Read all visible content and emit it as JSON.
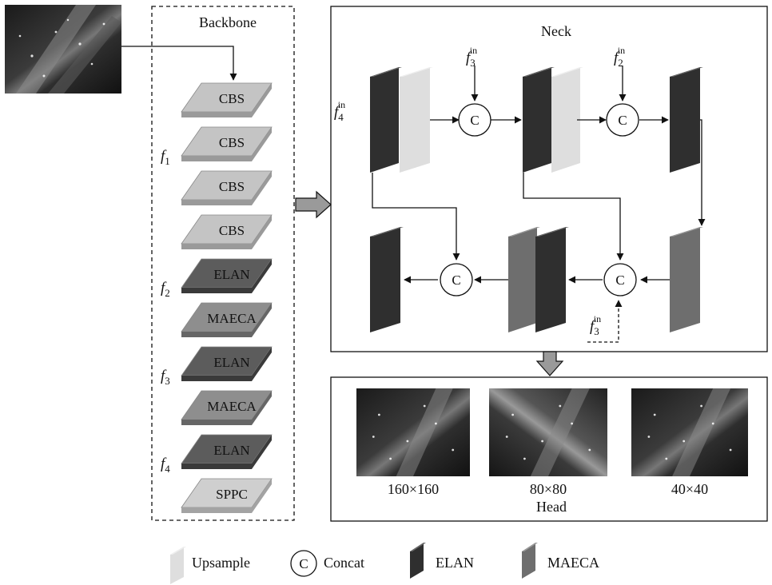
{
  "diagram": {
    "colors": {
      "cbs_top": "#c4c4c4",
      "cbs_side": "#9a9a9a",
      "elan_top": "#5c5c5c",
      "elan_side": "#3a3a3a",
      "maeca_top": "#8e8e8e",
      "maeca_side": "#666666",
      "sppc_top": "#cfcfcf",
      "sppc_side": "#a3a3a3",
      "dark_block": "#2f2f2f",
      "dark_block_top": "#6a6a6a",
      "mid_block": "#6e6e6e",
      "light_block": "#dedede",
      "line": "#111111"
    },
    "icons": {
      "input_image": "aerial-night-city-photo",
      "head_images": [
        "aerial-night-photo",
        "aerial-night-photo",
        "aerial-night-photo"
      ],
      "arrow_right": "thick-right-arrow-icon",
      "arrow_down": "thick-down-arrow-icon"
    }
  },
  "backbone": {
    "title": "Backbone",
    "blocks": [
      {
        "name": "cbs-block",
        "label": "CBS",
        "kind": "cbs",
        "tap": ""
      },
      {
        "name": "cbs-block",
        "label": "CBS",
        "kind": "cbs",
        "tap": "1"
      },
      {
        "name": "cbs-block",
        "label": "CBS",
        "kind": "cbs",
        "tap": ""
      },
      {
        "name": "cbs-block",
        "label": "CBS",
        "kind": "cbs",
        "tap": ""
      },
      {
        "name": "elan-block",
        "label": "ELAN",
        "kind": "elan",
        "tap": "2"
      },
      {
        "name": "maeca-block",
        "label": "MAECA",
        "kind": "maeca",
        "tap": ""
      },
      {
        "name": "elan-block",
        "label": "ELAN",
        "kind": "elan",
        "tap": "3"
      },
      {
        "name": "maeca-block",
        "label": "MAECA",
        "kind": "maeca",
        "tap": ""
      },
      {
        "name": "elan-block",
        "label": "ELAN",
        "kind": "elan",
        "tap": "4"
      },
      {
        "name": "sppc-block",
        "label": "SPPC",
        "kind": "sppc",
        "tap": ""
      }
    ],
    "tap_symbol": "f"
  },
  "neck": {
    "title": "Neck",
    "concat_label": "C",
    "inputs": [
      {
        "name": "f4-in-label",
        "symbol": "f",
        "sub": "4",
        "sup": "in"
      },
      {
        "name": "f3-in-label",
        "symbol": "f",
        "sub": "3",
        "sup": "in"
      },
      {
        "name": "f2-in-label",
        "symbol": "f",
        "sub": "2",
        "sup": "in"
      },
      {
        "name": "f3-in-bottom-label",
        "symbol": "f",
        "sub": "3",
        "sup": "in"
      }
    ]
  },
  "head": {
    "title": "Head",
    "outputs": [
      "160×160",
      "80×80",
      "40×40"
    ]
  },
  "legend": {
    "items": [
      {
        "name": "legend-upsample",
        "label": "Upsample"
      },
      {
        "name": "legend-concat",
        "label": "Concat",
        "symbol": "C"
      },
      {
        "name": "legend-elan",
        "label": "ELAN"
      },
      {
        "name": "legend-maeca",
        "label": "MAECA"
      }
    ]
  }
}
